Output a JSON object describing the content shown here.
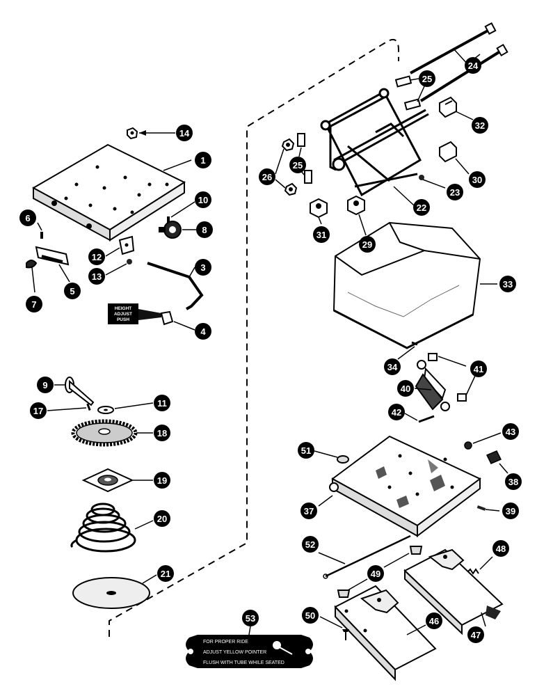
{
  "callouts": {
    "c1": "1",
    "c3": "3",
    "c4": "4",
    "c5": "5",
    "c6": "6",
    "c7": "7",
    "c8": "8",
    "c9": "9",
    "c10": "10",
    "c11": "11",
    "c12": "12",
    "c13": "13",
    "c14": "14",
    "c17": "17",
    "c18": "18",
    "c19": "19",
    "c20": "20",
    "c21": "21",
    "c22": "22",
    "c23": "23",
    "c24": "24",
    "c25a": "25",
    "c25b": "25",
    "c26": "26",
    "c29": "29",
    "c30": "30",
    "c31": "31",
    "c32": "32",
    "c33": "33",
    "c34": "34",
    "c37": "37",
    "c38": "38",
    "c39": "39",
    "c40": "40",
    "c41": "41",
    "c42": "42",
    "c43": "43",
    "c46": "46",
    "c47": "47",
    "c48": "48",
    "c49": "49",
    "c50": "50",
    "c51": "51",
    "c52": "52",
    "c53": "53"
  },
  "decal_height": {
    "line1": "HEIGHT",
    "line2": "ADJUST",
    "line3": "PUSH"
  },
  "decal_ride": {
    "line1": "FOR PROPER RIDE",
    "line2": "ADJUST YELLOW POINTER",
    "line3": "FLUSH WITH TUBE WHILE SEATED"
  }
}
